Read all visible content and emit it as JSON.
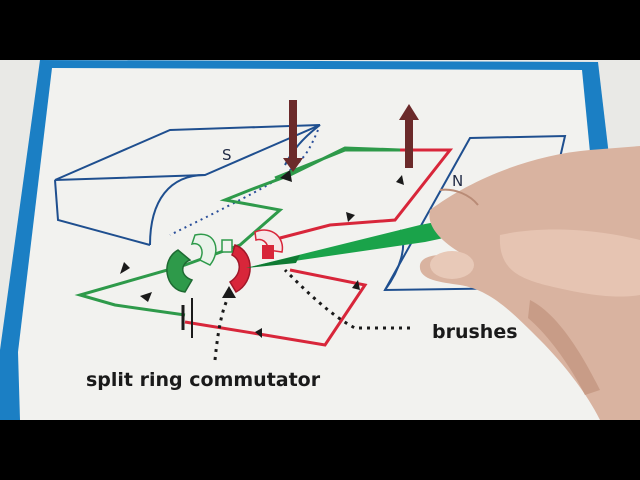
{
  "diagram": {
    "labels": {
      "south_pole": "S",
      "north_pole": "N",
      "brushes": "brushes",
      "commutator": "split ring commutator"
    }
  },
  "colors": {
    "wire_green": "#2e9a4a",
    "wire_red": "#d8263a",
    "magnet_outline": "#1f4f8f",
    "force_arrow": "#6b2a2a",
    "paper": "#f2f2ef",
    "board_blue": "#1b7fc4",
    "pen_green": "#1aa34a"
  },
  "scene": {
    "hand": "hand-holding-pen",
    "pointer": "green-pen"
  }
}
